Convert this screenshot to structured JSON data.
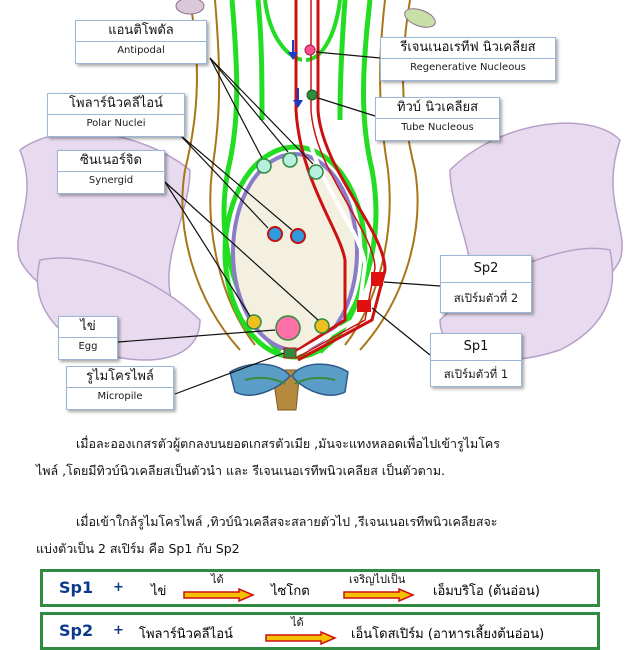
{
  "labels": {
    "antipodal": {
      "th": "แอนติโพดัล",
      "en": "Antipodal"
    },
    "polar": {
      "th": "โพลาร์นิวคลีไอน์",
      "en": "Polar Nuclei"
    },
    "synergid": {
      "th": "ซินเนอร์จิด",
      "en": "Synergid"
    },
    "egg": {
      "th": "ไข่",
      "en": "Egg"
    },
    "micropile": {
      "th": "รูไมโครไพล์",
      "en": "Micropile"
    },
    "regenerative": {
      "th": "รีเจนเนอเรทีฟ นิวเคลียส",
      "en": "Regenerative Nucleous"
    },
    "tube": {
      "th": "ทิวบ์ นิวเคลียส",
      "en": "Tube Nucleous"
    },
    "sp2": {
      "th": "Sp2",
      "en": "สเปิร์มตัวที่ 2"
    },
    "sp1": {
      "th": "Sp1",
      "en": "สเปิร์มตัวที่ 1"
    }
  },
  "text": {
    "para1_line1": "เมื่อละอองเกสรตัวผู้ตกลงบนยอดเกสรตัวเมีย ,มันจะแทงหลอดเพื่อไปเข้ารูไมโคร",
    "para1_line2": "ไพล์ ,โดยมีทิวบ์นิวเคลียสเป็นตัวนำ และ รีเจนเนอเรทีพนิวเคลียส เป็นตัวตาม.",
    "para2_line1": "เมื่อเข้าใกล้รูไมโครไพล์ ,ทิวบ์นิวเคลีสจะสลายตัวไป ,รีเจนเนอเรทีพนิวเคลียสจะ",
    "para2_line2": "แบ่งตัวเป็น 2 สเปิร์ม คือ Sp1 กับ Sp2"
  },
  "formula1": {
    "sp": "Sp1",
    "plus": "+",
    "partner": "ไข่",
    "arrow1": "ได้",
    "result": "ไซโกต",
    "arrow2": "เจริญไปเป็น",
    "final": "เอ็มบริโอ (ต้นอ่อน)"
  },
  "formula2": {
    "sp": "Sp2",
    "plus": "+",
    "partner": "โพลาร์นิวคลีไอน์",
    "arrow1": "ได้",
    "result": "เอ็นโดสเปิร์ม (อาหารเลี้ยงต้นอ่อน)"
  },
  "colors": {
    "green_layer": "#22dd22",
    "purple_layer": "#8b7cc8",
    "tube_red": "#cc1111",
    "petal": "#e9dbef",
    "sac_fill": "#f3f0e0",
    "arrow_fill": "#f5c000",
    "arrow_border": "#cc1111"
  }
}
